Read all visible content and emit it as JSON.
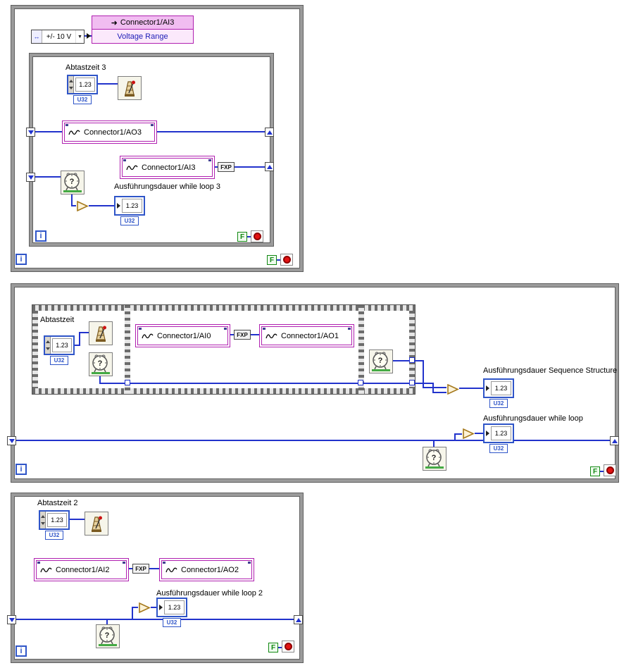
{
  "icons": {
    "property_arrow": "➜",
    "ring_selector": "↔",
    "ring_dropdown": "▼"
  },
  "colors": {
    "wire": "#2233cc",
    "channel_border": "#b020b0",
    "loop_border": "#9b9b9b",
    "stop_button": "#e31212"
  },
  "top_loop": {
    "range_ring": {
      "value": "+/- 10 V"
    },
    "property_node": {
      "channel": "Connector1/AI3",
      "property": "Voltage Range"
    },
    "iteration": "i",
    "stop_const": "F",
    "inner_loop": {
      "sample_time_label": "Abtastzeit 3",
      "sample_time_value": "1.23",
      "sample_time_type": "U32",
      "ao_channel": "Connector1/AO3",
      "ai_channel": "Connector1/AI3",
      "fxp": "FXP",
      "duration_label": "Ausführungsdauer while loop 3",
      "duration_value": "1.23",
      "duration_type": "U32",
      "iteration": "i",
      "stop_const": "F"
    }
  },
  "middle_loop": {
    "sequence_frame1": {
      "sample_time_label": "Abtastzeit",
      "sample_time_value": "1.23",
      "sample_time_type": "U32"
    },
    "sequence_frame2": {
      "ai_channel": "Connector1/AI0",
      "fxp": "FXP",
      "ao_channel": "Connector1/AO1"
    },
    "sequence_duration_label": "Ausführungsdauer Sequence Structure",
    "sequence_duration_value": "1.23",
    "sequence_duration_type": "U32",
    "loop_duration_label": "Ausführungsdauer while loop",
    "loop_duration_value": "1.23",
    "loop_duration_type": "U32",
    "iteration": "i",
    "stop_const": "F"
  },
  "bottom_loop": {
    "sample_time_label": "Abtastzeit 2",
    "sample_time_value": "1.23",
    "sample_time_type": "U32",
    "ai_channel": "Connector1/AI2",
    "fxp": "FXP",
    "ao_channel": "Connector1/AO2",
    "duration_label": "Ausführungsdauer while loop 2",
    "duration_value": "1.23",
    "duration_type": "U32",
    "iteration": "i",
    "stop_const": "F"
  }
}
